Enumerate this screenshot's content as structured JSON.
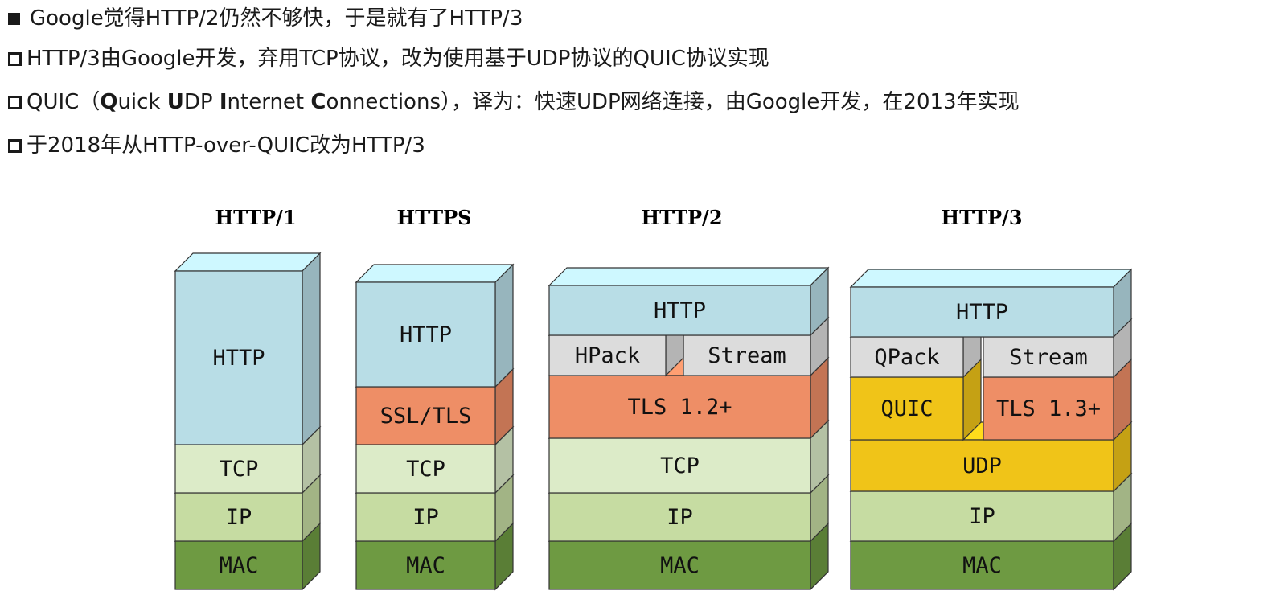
{
  "bullets": [
    {
      "marker": "filled-square",
      "text": "Google觉得HTTP/2仍然不够快，于是就有了HTTP/3"
    },
    {
      "marker": "hollow-square",
      "text": "HTTP/3由Google开发，弃用TCP协议，改为使用基于UDP协议的QUIC协议实现"
    },
    {
      "marker": "hollow-square",
      "parts": [
        {
          "t": "QUIC（",
          "b": false
        },
        {
          "t": "Q",
          "b": true
        },
        {
          "t": "uick ",
          "b": false
        },
        {
          "t": "U",
          "b": true
        },
        {
          "t": "DP ",
          "b": false
        },
        {
          "t": "I",
          "b": true
        },
        {
          "t": "nternet ",
          "b": false
        },
        {
          "t": "C",
          "b": true
        },
        {
          "t": "onnections），译为：快速UDP网络连接，由Google开发，在2013年实现",
          "b": false
        }
      ]
    },
    {
      "marker": "hollow-square",
      "text": "于2018年从HTTP-over-QUIC改为HTTP/3"
    }
  ],
  "diagram": {
    "columns": [
      {
        "title": "HTTP/1",
        "layers": [
          {
            "label": "HTTP",
            "color": "#b8dde6"
          },
          {
            "label": "TCP",
            "color": "#dcebc8"
          },
          {
            "label": "IP",
            "color": "#c6dca2"
          },
          {
            "label": "MAC",
            "color": "#6e9a42"
          }
        ]
      },
      {
        "title": "HTTPS",
        "layers": [
          {
            "label": "HTTP",
            "color": "#b8dde6"
          },
          {
            "label": "SSL/TLS",
            "color": "#ee8e66"
          },
          {
            "label": "TCP",
            "color": "#dcebc8"
          },
          {
            "label": "IP",
            "color": "#c6dca2"
          },
          {
            "label": "MAC",
            "color": "#6e9a42"
          }
        ]
      },
      {
        "title": "HTTP/2",
        "layers": [
          {
            "label": "HTTP",
            "color": "#b8dde6"
          },
          {
            "split": [
              {
                "label": "HPack",
                "color": "#dcdcdc"
              },
              {
                "label": "Stream",
                "color": "#dcdcdc"
              }
            ]
          },
          {
            "label": "TLS 1.2+",
            "color": "#ee8e66"
          },
          {
            "label": "TCP",
            "color": "#dcebc8"
          },
          {
            "label": "IP",
            "color": "#c6dca2"
          },
          {
            "label": "MAC",
            "color": "#6e9a42"
          }
        ]
      },
      {
        "title": "HTTP/3",
        "layers": [
          {
            "label": "HTTP",
            "color": "#b8dde6"
          },
          {
            "split": [
              {
                "label": "QPack",
                "color": "#dcdcdc"
              },
              {
                "label": "Stream",
                "color": "#dcdcdc"
              }
            ]
          },
          {
            "split": [
              {
                "label": "QUIC",
                "color": "#f0c418"
              },
              {
                "label": "TLS 1.3+",
                "color": "#ee8e66"
              }
            ]
          },
          {
            "label": "UDP",
            "color": "#f0c418"
          },
          {
            "label": "IP",
            "color": "#c6dca2"
          },
          {
            "label": "MAC",
            "color": "#6e9a42"
          }
        ]
      }
    ]
  }
}
